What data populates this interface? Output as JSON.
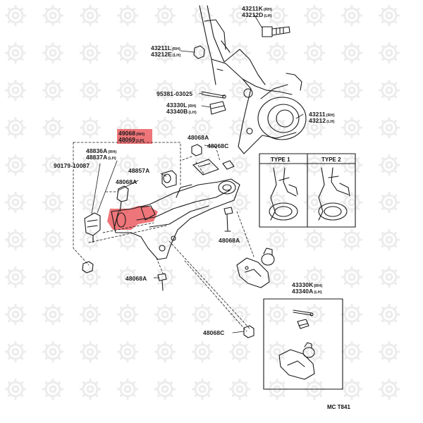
{
  "labels": {
    "p43211K": "43211K",
    "p43211K_s": "(RH)",
    "p43212D": "43212D",
    "p43212D_s": "(LH)",
    "p43211L": "43211L",
    "p43211L_s": "(RH)",
    "p43212E": "43212E",
    "p43212E_s": "(LH)",
    "p95381": "95381-03025",
    "p43330L": "43330L",
    "p43330L_s": "(RH)",
    "p43340B": "43340B",
    "p43340B_s": "(LH)",
    "p43211R": "43211",
    "p43211R_s": "(RH)",
    "p43212R": "43212",
    "p43212R_s": "(LH)",
    "p49068": "49068",
    "p49068_s": "(RH)",
    "p48069": "48069",
    "p48069_s": "(LH)",
    "p48068A_top": "48068A",
    "p48836A": "48836A",
    "p48836A_s": "(RH)",
    "p48837A": "48837A",
    "p48837A_s": "(LH)",
    "p48068C_top": "48068C",
    "p90179": "90179-10087",
    "p48857A": "48857A",
    "p48068A_left": "48068A",
    "p48068A_mid": "48068A",
    "p48068A_bot": "48068A",
    "p48068C_bot": "48068C",
    "p43330K": "43330K",
    "p43330K_s": "(RH)",
    "p43340A": "43340A",
    "p43340A_s": "(LH)"
  },
  "type_boxes": {
    "type1": "TYPE 1",
    "type2": "TYPE 2"
  },
  "footer_code": "MC T841",
  "colors": {
    "highlight": "#e8474c",
    "line": "#1a1a1a",
    "watermark": "#ececec"
  },
  "icons": {
    "watermark": "gear-wrench-icon"
  }
}
